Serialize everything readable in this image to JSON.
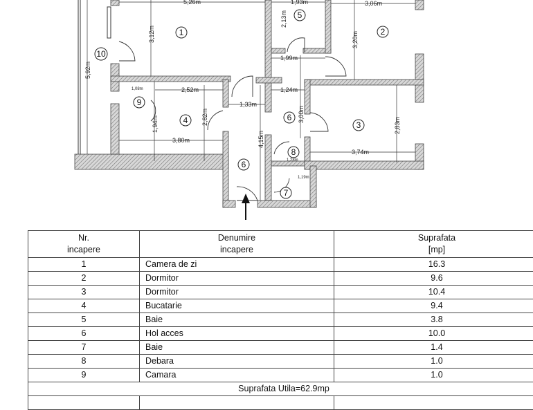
{
  "plan": {
    "rooms": [
      {
        "n": "1"
      },
      {
        "n": "2"
      },
      {
        "n": "3"
      },
      {
        "n": "4"
      },
      {
        "n": "5"
      },
      {
        "n": "6"
      },
      {
        "n": "6"
      },
      {
        "n": "7"
      },
      {
        "n": "8"
      },
      {
        "n": "9"
      },
      {
        "n": "10"
      }
    ],
    "dimensions": [
      "5,26m",
      "1,93m",
      "3,06m",
      "3,12m",
      "2,13m",
      "3,20m",
      "1,99m",
      "1,24m",
      "1,33m",
      "2,52m",
      "2,82m",
      "1,94m",
      "3,80m",
      "3,00m",
      "4,15m",
      "3,74m",
      "2,83m",
      "5,92m",
      "1,08m",
      "1,28m",
      "1,19m"
    ],
    "wall_color": "#999999",
    "entry_arrow": "arrow-up-icon"
  },
  "table": {
    "headers": [
      {
        "l1": "Nr.",
        "l2": "incapere"
      },
      {
        "l1": "Denumire",
        "l2": "incapere"
      },
      {
        "l1": "Suprafata",
        "l2": "[mp]"
      }
    ],
    "rows": [
      {
        "nr": "1",
        "name": "Camera de zi",
        "area": "16.3"
      },
      {
        "nr": "2",
        "name": "Dormitor",
        "area": "9.6"
      },
      {
        "nr": "3",
        "name": "Dormitor",
        "area": "10.4"
      },
      {
        "nr": "4",
        "name": "Bucatarie",
        "area": "9.4"
      },
      {
        "nr": "5",
        "name": "Baie",
        "area": "3.8"
      },
      {
        "nr": "6",
        "name": "Hol acces",
        "area": "10.0"
      },
      {
        "nr": "7",
        "name": "Baie",
        "area": "1.4"
      },
      {
        "nr": "8",
        "name": "Debara",
        "area": "1.0"
      },
      {
        "nr": "9",
        "name": "Camara",
        "area": "1.0"
      }
    ],
    "total": "Suprafata Utila=62.9mp"
  }
}
